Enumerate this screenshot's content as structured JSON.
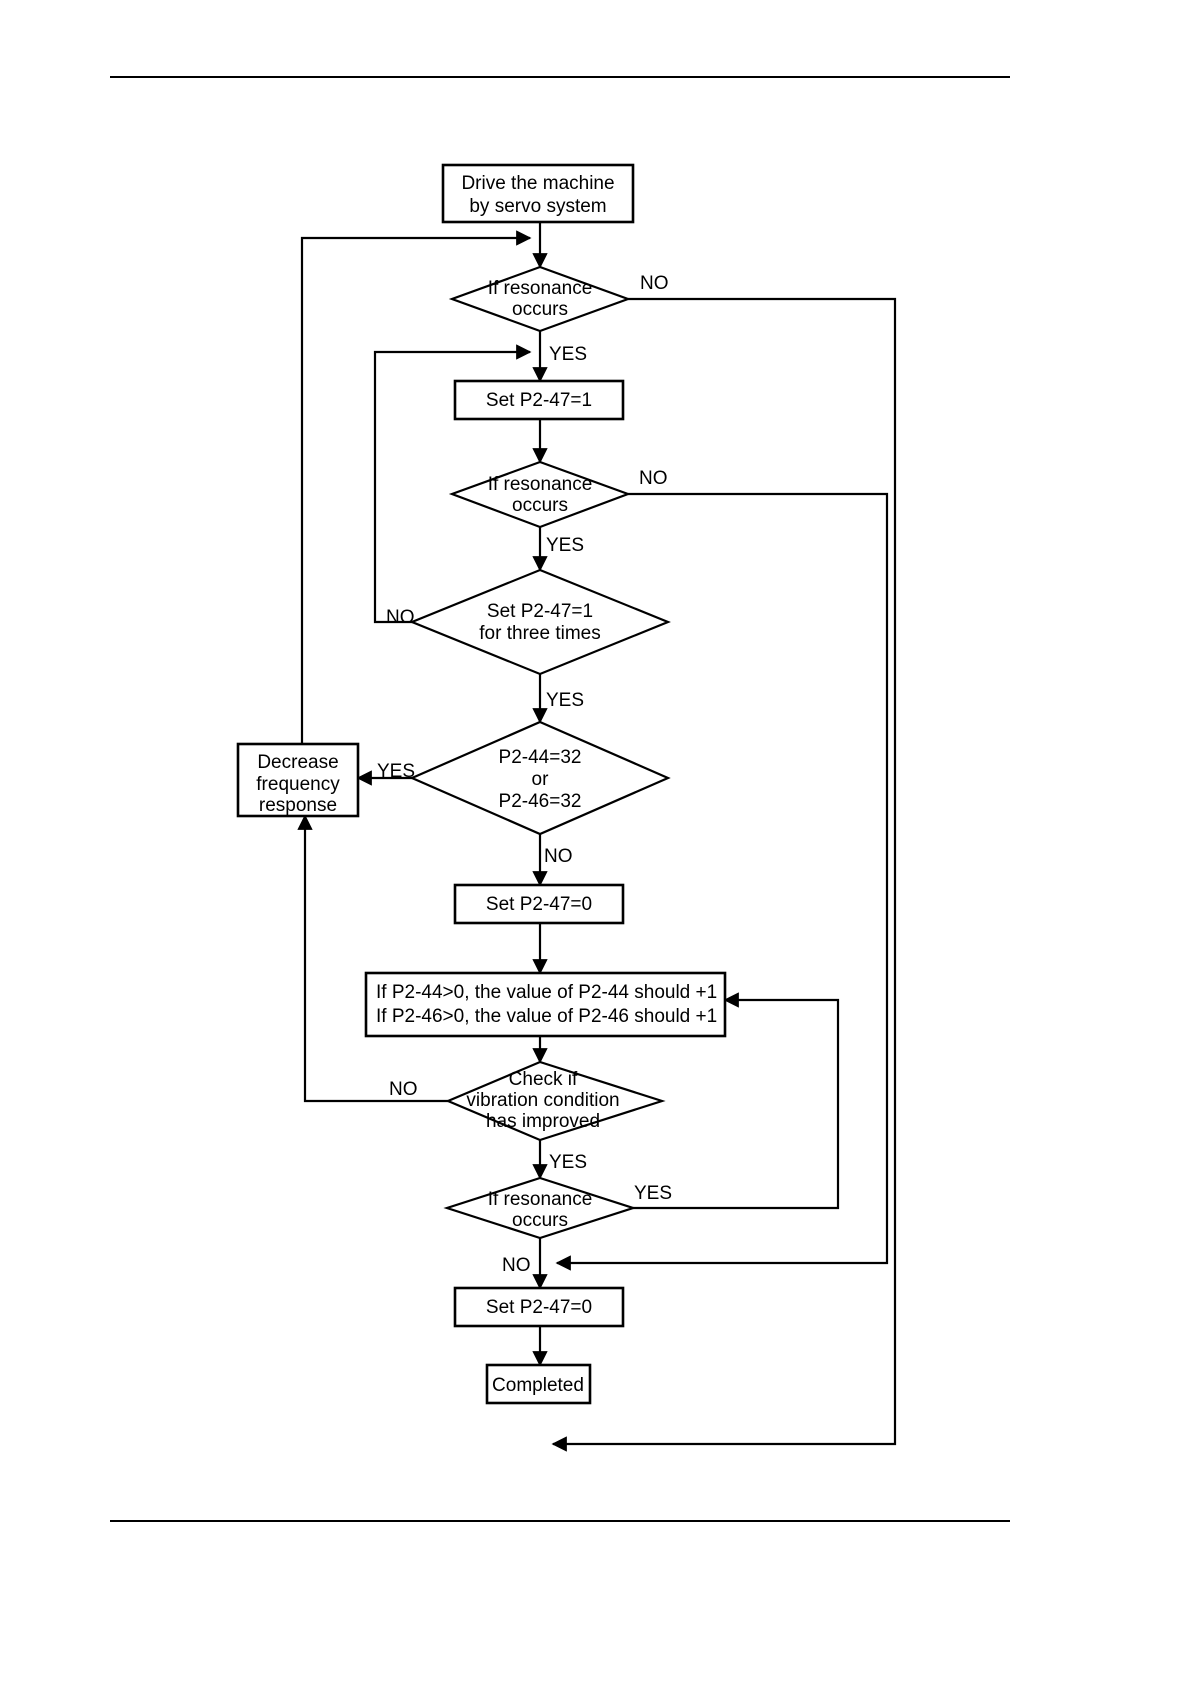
{
  "page": {
    "title": "Resonance suppression tuning flowchart",
    "background_color": "#ffffff",
    "line_color": "#000000"
  },
  "header_rule": {
    "label": "header-rule"
  },
  "footer_rule": {
    "label": "footer-rule"
  },
  "chart_data": {
    "type": "diagram",
    "diagram_kind": "flowchart",
    "title": "Resonance suppression tuning flowchart",
    "orientation": "top-to-bottom",
    "nodes": [
      {
        "id": "n1",
        "shape": "process",
        "lines": [
          "Drive the machine",
          "by servo system"
        ]
      },
      {
        "id": "n2",
        "shape": "decision",
        "lines": [
          "If resonance",
          "occurs"
        ]
      },
      {
        "id": "n3",
        "shape": "process",
        "lines": [
          "Set P2-47=1"
        ]
      },
      {
        "id": "n4",
        "shape": "decision",
        "lines": [
          "If resonance",
          "occurs"
        ]
      },
      {
        "id": "n5",
        "shape": "decision",
        "lines": [
          "Set P2-47=1",
          "for three times"
        ]
      },
      {
        "id": "n6",
        "shape": "decision",
        "lines": [
          "P2-44=32",
          "or",
          "P2-46=32"
        ]
      },
      {
        "id": "n7",
        "shape": "process",
        "lines": [
          "Decrease",
          "frequency",
          "response"
        ]
      },
      {
        "id": "n8",
        "shape": "process",
        "lines": [
          "Set P2-47=0"
        ]
      },
      {
        "id": "n9",
        "shape": "process",
        "lines": [
          "If P2-44>0, the value of P2-44 should +1",
          "If P2-46>0, the value of P2-46 should +1"
        ]
      },
      {
        "id": "n10",
        "shape": "decision",
        "lines": [
          "Check if",
          "vibration condition",
          "has improved"
        ]
      },
      {
        "id": "n11",
        "shape": "decision",
        "lines": [
          "If resonance",
          "occurs"
        ]
      },
      {
        "id": "n12",
        "shape": "process",
        "lines": [
          "Set P2-47=0"
        ]
      },
      {
        "id": "n13",
        "shape": "terminator",
        "lines": [
          "Completed"
        ]
      }
    ],
    "edges": [
      {
        "from": "n1",
        "to": "n2",
        "label": ""
      },
      {
        "from": "n2",
        "to": "n13",
        "label": "NO"
      },
      {
        "from": "n2",
        "to": "n3",
        "label": "YES"
      },
      {
        "from": "n3",
        "to": "n4",
        "label": ""
      },
      {
        "from": "n4",
        "to": "n11",
        "label": "NO"
      },
      {
        "from": "n4",
        "to": "n5",
        "label": "YES"
      },
      {
        "from": "n5",
        "to": "n3",
        "label": "NO"
      },
      {
        "from": "n5",
        "to": "n6",
        "label": "YES"
      },
      {
        "from": "n6",
        "to": "n7",
        "label": "YES"
      },
      {
        "from": "n6",
        "to": "n8",
        "label": "NO"
      },
      {
        "from": "n7",
        "to": "n2",
        "label": ""
      },
      {
        "from": "n8",
        "to": "n9",
        "label": ""
      },
      {
        "from": "n9",
        "to": "n10",
        "label": ""
      },
      {
        "from": "n10",
        "to": "n7",
        "label": "NO"
      },
      {
        "from": "n10",
        "to": "n11",
        "label": "YES"
      },
      {
        "from": "n11",
        "to": "n9",
        "label": "YES"
      },
      {
        "from": "n11",
        "to": "n12",
        "label": "NO"
      },
      {
        "from": "n12",
        "to": "n13",
        "label": ""
      }
    ],
    "edge_labels": [
      "NO",
      "YES",
      "YES",
      "NO",
      "YES",
      "NO",
      "YES",
      "NO",
      "NO",
      "YES",
      "YES",
      "NO"
    ]
  },
  "text": {
    "n1_l1": "Drive the machine",
    "n1_l2": "by servo system",
    "n2_l1": "If resonance",
    "n2_l2": "occurs",
    "n3_l1": "Set P2-47=1",
    "n4_l1": "If resonance",
    "n4_l2": "occurs",
    "n5_l1": "Set P2-47=1",
    "n5_l2": "for three times",
    "n6_l1": "P2-44=32",
    "n6_l2": "or",
    "n6_l3": "P2-46=32",
    "n7_l1": "Decrease",
    "n7_l2": "frequency",
    "n7_l3": "response",
    "n8_l1": "Set P2-47=0",
    "n9_l1": "If P2-44>0, the value of P2-44 should +1",
    "n9_l2": "If P2-46>0, the value of P2-46 should +1",
    "n10_l1": "Check if",
    "n10_l2": "vibration condition",
    "n10_l3": "has improved",
    "n11_l1": "If resonance",
    "n11_l2": "occurs",
    "n12_l1": "Set P2-47=0",
    "n13_l1": "Completed",
    "lbl_no_1": "NO",
    "lbl_yes_1": "YES",
    "lbl_no_2": "NO",
    "lbl_yes_2": "YES",
    "lbl_no_3": "NO",
    "lbl_yes_3": "YES",
    "lbl_yes_4": "YES",
    "lbl_no_4": "NO",
    "lbl_no_5": "NO",
    "lbl_yes_5": "YES",
    "lbl_yes_6": "YES",
    "lbl_no_6": "NO"
  }
}
